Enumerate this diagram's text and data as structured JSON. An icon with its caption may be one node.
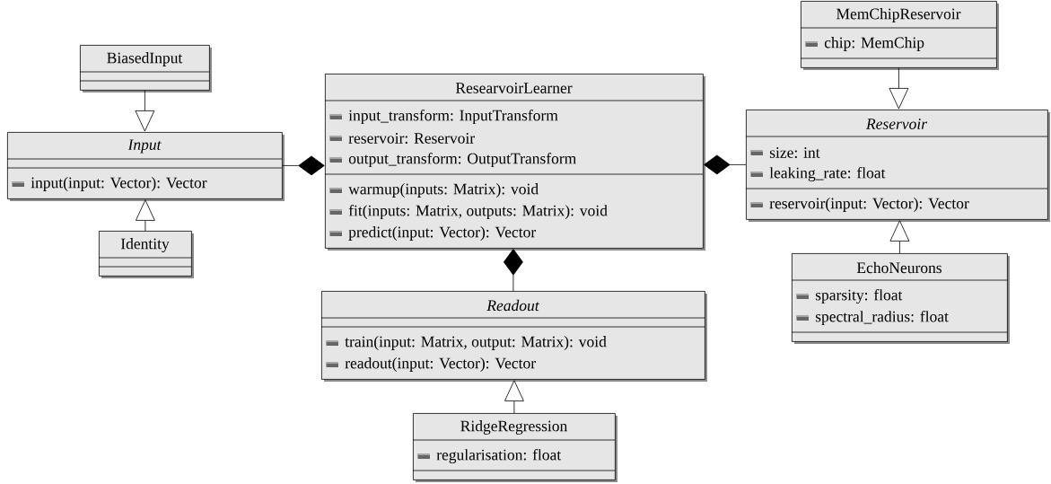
{
  "diagram": {
    "nodes": [
      {
        "text": [
          "MemChipReservoir",
          "chip: MemChip"
        ]
      },
      {
        "text": [
          "BiasedInput"
        ]
      },
      {
        "text": [
          "ResearvoirLearner",
          "input_transform: InputTransform",
          "reservoir: Reservoir",
          "output_transform: OutputTransform",
          "warmup(inputs: Matrix): void",
          "fit(inputs: Matrix, outputs: Matrix): void",
          "predict(input: Vector): Vector"
        ]
      },
      {
        "text": [
          "Reservoir",
          "size: int",
          "leaking_rate: float",
          "reservoir(input: Vector): Vector"
        ]
      },
      {
        "text": [
          "Input",
          "input(input: Vector): Vector"
        ]
      },
      {
        "text": [
          "Identity"
        ]
      },
      {
        "text": [
          "EchoNeurons",
          "sparsity: float",
          "spectral_radius: float"
        ]
      },
      {
        "text": [
          "Readout",
          "train(input: Matrix, output: Matrix): void",
          "readout(input: Vector): Vector"
        ]
      },
      {
        "text": [
          "RidgeRegression",
          "regularisation: float"
        ]
      }
    ],
    "edges": [
      {
        "from": 1,
        "to": 4,
        "arrow": "to"
      },
      {
        "from": 5,
        "to": 4,
        "arrow": "to"
      },
      {
        "from": 0,
        "to": 3,
        "arrow": "to"
      },
      {
        "from": 6,
        "to": 3,
        "arrow": "to"
      },
      {
        "from": 8,
        "to": 7,
        "arrow": "to"
      },
      {
        "from": 4,
        "to": 2,
        "arrow": "other"
      },
      {
        "from": 3,
        "to": 2,
        "arrow": "other"
      },
      {
        "from": 7,
        "to": 2,
        "arrow": "other"
      }
    ]
  }
}
